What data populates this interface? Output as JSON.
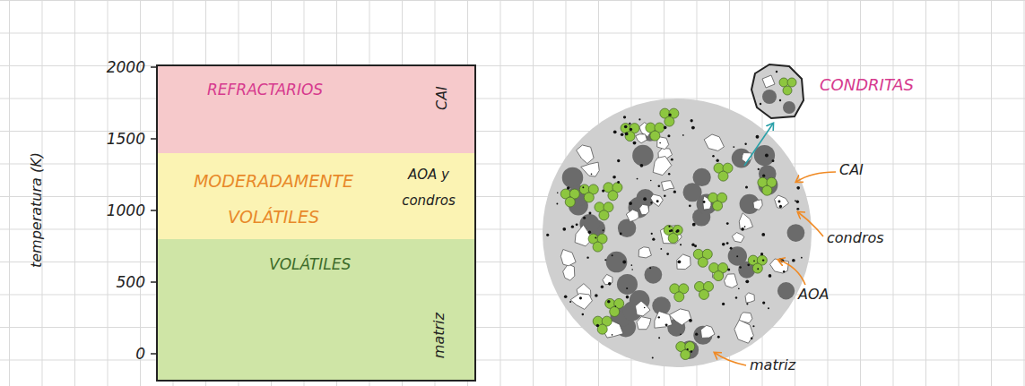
{
  "diagram": {
    "nodes": [
      {
        "text": [
          "REFRACTARIOS",
          "CAI"
        ]
      },
      {
        "text": [
          "MODERADAMENTE VOLÁTILES",
          "AOA y condros"
        ]
      },
      {
        "text": [
          "VOLÁTILES",
          "matriz"
        ]
      },
      {
        "text": [
          "CONDRITAS"
        ]
      }
    ],
    "labels": [
      "temperatura (K)",
      "2000",
      "1500",
      "1000",
      "500",
      "0",
      "CAI",
      "condros",
      "AOA",
      "matriz"
    ]
  }
}
